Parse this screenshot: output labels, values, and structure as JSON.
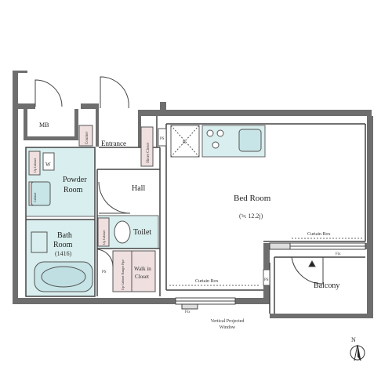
{
  "rooms": {
    "mb": "MB",
    "entrance": "Entrance",
    "powder_room_line1": "Powder",
    "powder_room_line2": "Room",
    "hall": "Hall",
    "bath_room_line1": "Bath",
    "bath_room_line2": "Room",
    "bath_room_size": "(1416)",
    "toilet": "Toilet",
    "walk_in_closet_line1": "Walk in",
    "walk_in_closet_line2": "Closet",
    "bed_room": "Bed Room",
    "bed_room_area": "(≒ 12.2j)",
    "balcony": "Balcony"
  },
  "fixtures": {
    "counter": "Counter",
    "shoes_closet": "Shoes Closet",
    "w_mark": "W",
    "up_cabinet_1": "Up Cabinet",
    "cabinet": "Cabinet",
    "up_cabinet_2": "Up Cabinet",
    "up_cabinet_pipe": "Up Cabinet Hanger Pipe",
    "ps_1": "PS",
    "ps_2": "PS",
    "ps_3": "PS",
    "refrigerator": "R",
    "fix_1": "Fix",
    "fix_2": "Fix"
  },
  "annotations": {
    "curtain_box_1": "Curtain Box",
    "curtain_box_2": "Curtain Box",
    "window_line1": "Vertical Projected",
    "window_line2": "Window",
    "north": "N"
  },
  "colors": {
    "wall": "#6e6e6e",
    "wet_area": "#d9eeee",
    "closet": "#efdfdf",
    "outline": "#555555"
  }
}
